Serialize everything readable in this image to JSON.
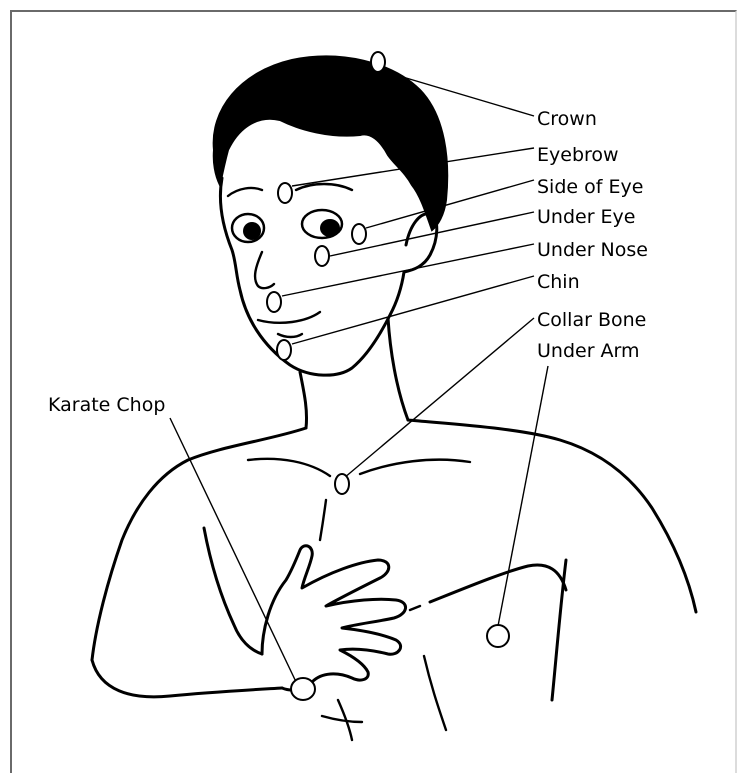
{
  "points": [
    {
      "key": "crown",
      "label": "Crown"
    },
    {
      "key": "eyebrow",
      "label": "Eyebrow"
    },
    {
      "key": "side_of_eye",
      "label": "Side of Eye"
    },
    {
      "key": "under_eye",
      "label": "Under Eye"
    },
    {
      "key": "under_nose",
      "label": "Under Nose"
    },
    {
      "key": "chin",
      "label": "Chin"
    },
    {
      "key": "collar_bone",
      "label": "Collar Bone"
    },
    {
      "key": "under_arm",
      "label": "Under Arm"
    },
    {
      "key": "karate_chop",
      "label": "Karate Chop"
    }
  ]
}
